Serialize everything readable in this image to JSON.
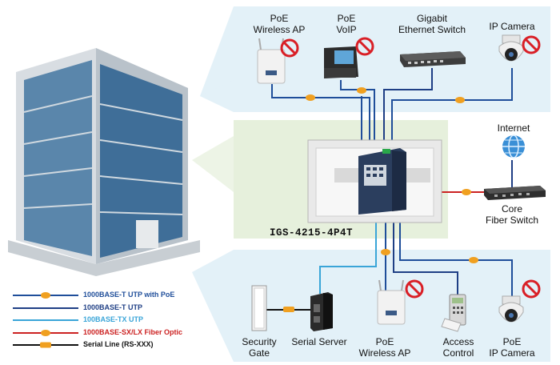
{
  "devices": {
    "poe_ap_top": {
      "line1": "PoE",
      "line2": "Wireless AP"
    },
    "voip": {
      "line1": "PoE",
      "line2": "VoIP"
    },
    "gig_switch": {
      "line1": "Gigabit",
      "line2": "Ethernet Switch"
    },
    "ip_camera_top": {
      "line1": "IP Camera"
    },
    "internet": {
      "line1": "Internet"
    },
    "core_switch": {
      "line1": "Core",
      "line2": "Fiber Switch"
    },
    "security_gate": {
      "line1": "Security",
      "line2": "Gate"
    },
    "serial_server": {
      "line1": "Serial Server"
    },
    "poe_ap_bottom": {
      "line1": "PoE",
      "line2": "Wireless AP"
    },
    "access_control": {
      "line1": "Access",
      "line2": "Control"
    },
    "poe_ip_camera": {
      "line1": "PoE",
      "line2": "IP Camera"
    }
  },
  "model_label": "IGS-4215-4P4T",
  "legend": [
    {
      "label": "1000BASE-T UTP with PoE",
      "color": "#1f4e9a",
      "badge": true
    },
    {
      "label": "1000BASE-T UTP",
      "color": "#1f3f85",
      "badge": false
    },
    {
      "label": "100BASE-TX UTP",
      "color": "#3aa5d8",
      "badge": false
    },
    {
      "label": "1000BASE-SX/LX Fiber Optic",
      "color": "#cc2222",
      "badge": true
    },
    {
      "label": "Serial Line (RS-XXX)",
      "color": "#111111",
      "badge": true
    }
  ],
  "colors": {
    "panel_blue": "#e3f1f8",
    "panel_green": "#e6f0dc",
    "poe_line": "#1f4e9a",
    "utp_line": "#1f3f85",
    "tx_line": "#3aa5d8",
    "fiber_line": "#cc2222",
    "serial_line": "#111111",
    "badge": "#f0a020"
  }
}
